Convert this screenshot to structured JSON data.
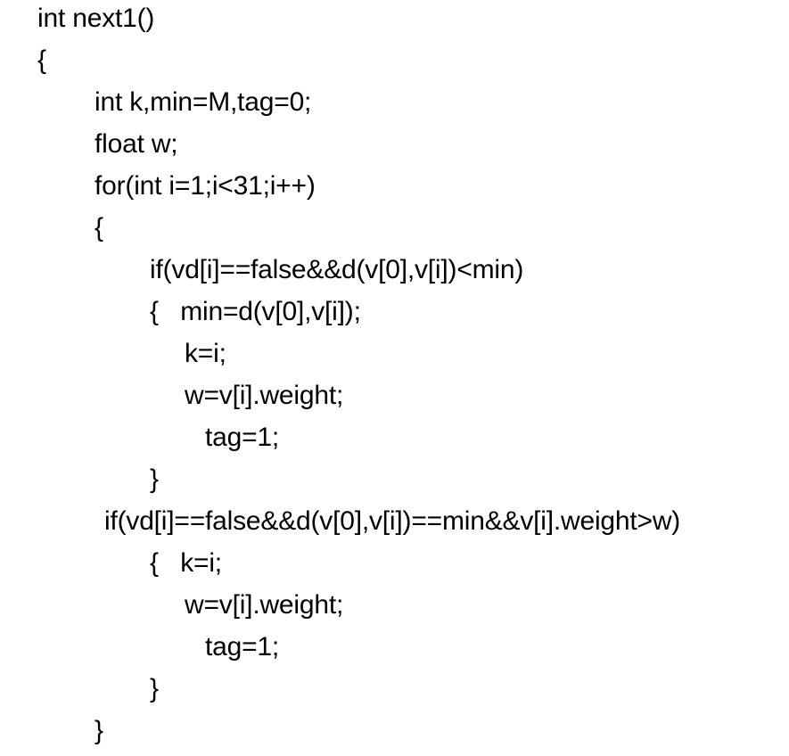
{
  "document": {
    "lines": [
      "int next1()",
      "{",
      "int k,min=M,tag=0;",
      "float w;",
      "for(int i=1;i<31;i++)",
      "{",
      "if(vd[i]==false&&d(v[0],v[i])<min)",
      "{   min=d(v[0],v[i]);",
      "k=i;",
      "w=v[i].weight;",
      "tag=1;",
      "}",
      "if(vd[i]==false&&d(v[0],v[i])==min&&v[i].weight>w)",
      "{   k=i;",
      "w=v[i].weight;",
      "tag=1;",
      "}",
      "}"
    ]
  }
}
